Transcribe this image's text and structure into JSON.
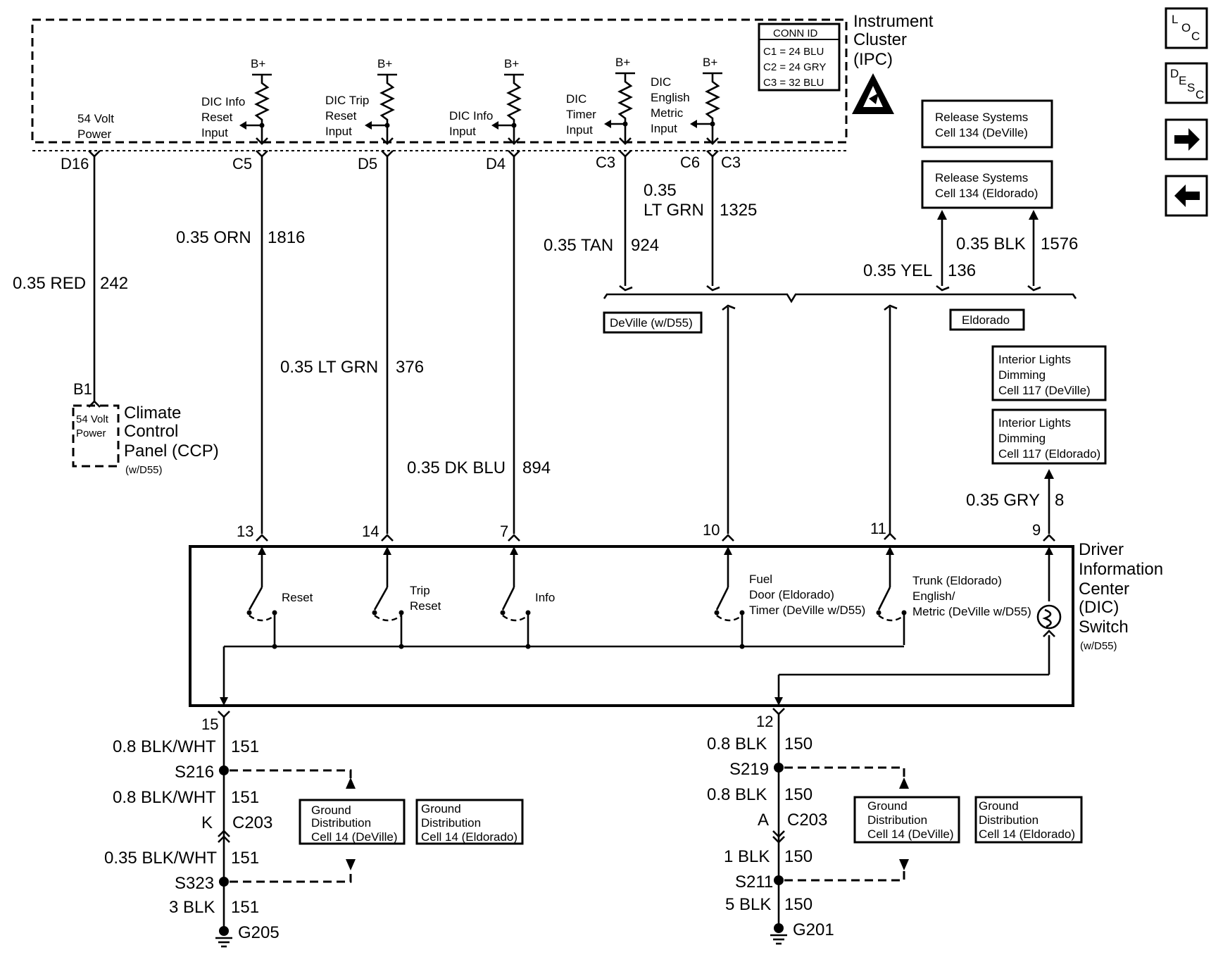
{
  "nav": {
    "loc": {
      "l": "L",
      "o": "O",
      "c": "C"
    },
    "desc": {
      "d": "D",
      "e": "E",
      "s": "S",
      "c": "C"
    },
    "next_icon": "arrow-right-icon",
    "prev_icon": "arrow-left-icon"
  },
  "ipc": {
    "title": [
      "Instrument",
      "Cluster",
      "(IPC)"
    ],
    "conn_id": {
      "header": "CONN ID",
      "rows": [
        "C1 = 24 BLU",
        "C2 = 24 GRY",
        "C3 = 32 BLU"
      ]
    },
    "bplus": "B+",
    "power_label": [
      "54 Volt",
      "Power"
    ],
    "inputs": {
      "info_reset": [
        "DIC Info",
        "Reset",
        "Input"
      ],
      "trip_reset": [
        "DIC Trip",
        "Reset",
        "Input"
      ],
      "info": [
        "DIC Info",
        "Input"
      ],
      "timer": [
        "DIC",
        "Timer",
        "Input"
      ],
      "english_metric": [
        "DIC",
        "English",
        "Metric",
        "Input"
      ]
    },
    "pins": {
      "d16": "D16",
      "c5": "C5",
      "d5": "D5",
      "d4": "D4",
      "c3a": "C3",
      "c6": "C6",
      "c3b": "C3"
    }
  },
  "release": {
    "deville": [
      "Release Systems",
      "Cell 134 (DeVille)"
    ],
    "eldorado": [
      "Release Systems",
      "Cell 134 (Eldorado)"
    ]
  },
  "wires": {
    "red": {
      "gauge": "0.35 RED",
      "circuit": "242"
    },
    "orn": {
      "gauge": "0.35 ORN",
      "circuit": "1816"
    },
    "ltgrn376": {
      "gauge": "0.35 LT GRN",
      "circuit": "376"
    },
    "dkblu": {
      "gauge": "0.35 DK BLU",
      "circuit": "894"
    },
    "tan": {
      "gauge": "0.35 TAN",
      "circuit": "924"
    },
    "ltgrn1325": {
      "gauge": [
        "0.35",
        "LT GRN"
      ],
      "circuit": "1325"
    },
    "yel": {
      "gauge": "0.35 YEL",
      "circuit": "136"
    },
    "blk1576": {
      "gauge": "0.35 BLK",
      "circuit": "1576"
    },
    "gry": {
      "gauge": "0.35 GRY",
      "circuit": "8"
    }
  },
  "variants": {
    "deville": "DeVille (w/D55)",
    "eldorado": "Eldorado"
  },
  "ccp": {
    "pin": "B1",
    "inner": [
      "54 Volt",
      "Power"
    ],
    "title": [
      "Climate",
      "Control",
      "Panel (CCP)"
    ],
    "note": "(w/D55)"
  },
  "dimming": {
    "deville": [
      "Interior Lights",
      "Dimming",
      "Cell 117 (DeVille)"
    ],
    "eldorado": [
      "Interior Lights",
      "Dimming",
      "Cell 117 (Eldorado)"
    ]
  },
  "dic": {
    "title": [
      "Driver",
      "Information",
      "Center",
      "(DIC)",
      "Switch"
    ],
    "note": "(w/D55)",
    "pins": {
      "p13": "13",
      "p14": "14",
      "p7": "7",
      "p10": "10",
      "p11": "11",
      "p9": "9",
      "p15": "15",
      "p12": "12"
    },
    "switches": {
      "reset": "Reset",
      "trip": [
        "Trip",
        "Reset"
      ],
      "info": "Info",
      "fuel": [
        "Fuel",
        "Door (Eldorado)",
        "Timer (DeVille w/D55)"
      ],
      "trunk": [
        "Trunk (Eldorado)",
        "English/",
        "Metric (DeVille w/D55)"
      ]
    }
  },
  "ground_left": {
    "w1": {
      "gauge": "0.8 BLK/WHT",
      "circuit": "151"
    },
    "s1": "S216",
    "w2": {
      "gauge": "0.8 BLK/WHT",
      "circuit": "151"
    },
    "conn": {
      "pin": "K",
      "id": "C203"
    },
    "w3": {
      "gauge": "0.35 BLK/WHT",
      "circuit": "151"
    },
    "s2": "S323",
    "w4": {
      "gauge": "3 BLK",
      "circuit": "151"
    },
    "ground": "G205",
    "gd_deville": [
      "Ground",
      "Distribution",
      "Cell 14 (DeVille)"
    ],
    "gd_eldorado": [
      "Ground",
      "Distribution",
      "Cell 14 (Eldorado)"
    ]
  },
  "ground_right": {
    "w1": {
      "gauge": "0.8 BLK",
      "circuit": "150"
    },
    "s1": "S219",
    "w2": {
      "gauge": "0.8 BLK",
      "circuit": "150"
    },
    "conn": {
      "pin": "A",
      "id": "C203"
    },
    "w3": {
      "gauge": "1 BLK",
      "circuit": "150"
    },
    "s2": "S211",
    "w4": {
      "gauge": "5 BLK",
      "circuit": "150"
    },
    "ground": "G201",
    "gd_deville": [
      "Ground",
      "Distribution",
      "Cell 14 (DeVille)"
    ],
    "gd_eldorado": [
      "Ground",
      "Distribution",
      "Cell 14 (Eldorado)"
    ]
  }
}
